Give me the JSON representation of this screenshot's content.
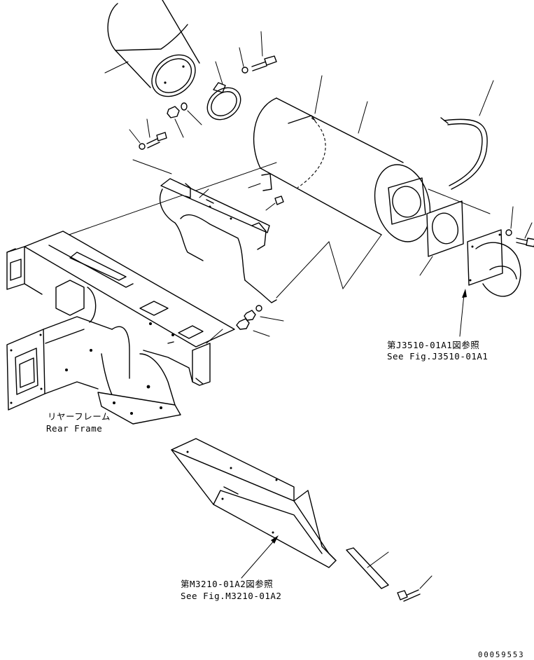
{
  "labels": {
    "rear_frame_jp": "リヤーフレーム",
    "rear_frame_en": "Rear Frame",
    "ref1_jp": "第J3510-01A1図参照",
    "ref1_en": "See Fig.J3510-01A1",
    "ref2_jp": "第M3210-01A2図参照",
    "ref2_en": "See Fig.M3210-01A2"
  },
  "doc_number": "00059553"
}
